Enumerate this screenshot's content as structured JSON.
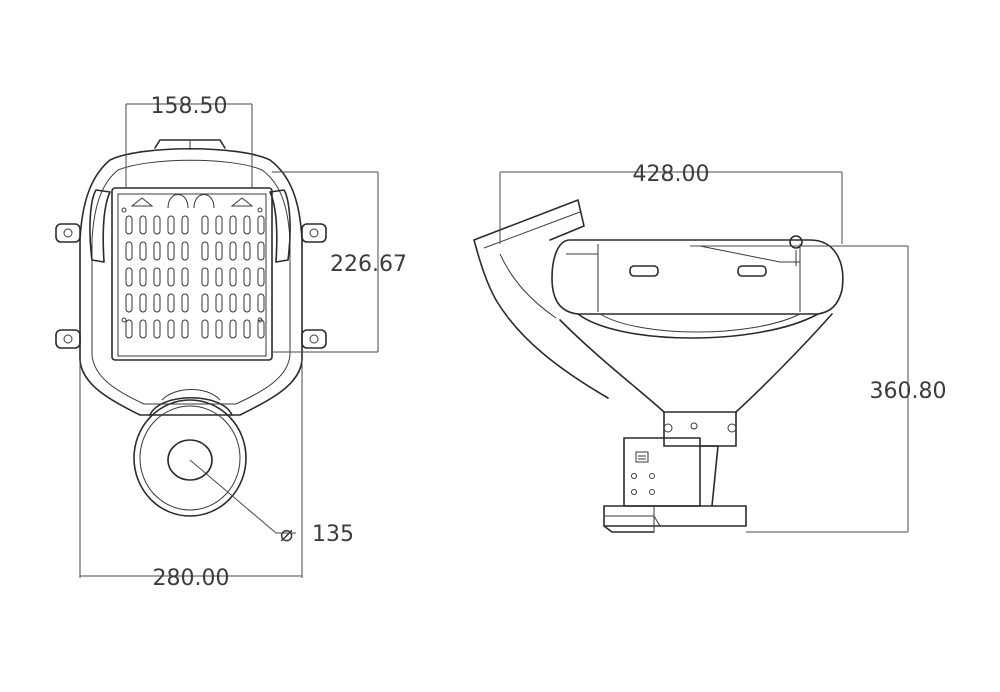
{
  "front_view": {
    "top_width": "158.50",
    "height": "226.67",
    "diameter_symbol": "⌀",
    "diameter_value": "135",
    "overall_width": "280.00"
  },
  "side_view": {
    "overall_length": "428.00",
    "overall_height": "360.80"
  }
}
